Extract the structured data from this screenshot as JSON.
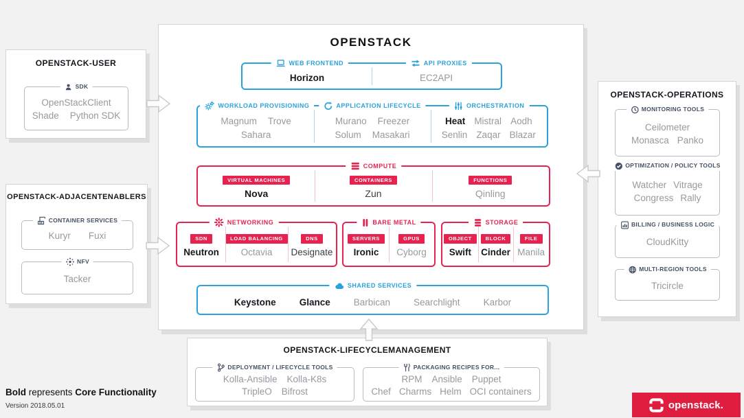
{
  "main": {
    "title": "OPENSTACK",
    "web_frontend": {
      "label": "WEB FRONTEND",
      "service": "Horizon"
    },
    "api_proxies": {
      "label": "API PROXIES",
      "service": "EC2API"
    },
    "workload_provisioning": {
      "label": "WORKLOAD PROVISIONING",
      "items": [
        "Magnum",
        "Trove",
        "Sahara"
      ]
    },
    "application_lifecycle": {
      "label": "APPLICATION LIFECYCLE",
      "items": [
        "Murano",
        "Freezer",
        "Solum",
        "Masakari"
      ]
    },
    "orchestration": {
      "label": "ORCHESTRATION",
      "items": [
        "Heat",
        "Mistral",
        "Aodh",
        "Senlin",
        "Zaqar",
        "Blazar"
      ]
    },
    "compute": {
      "label": "COMPUTE",
      "columns": [
        {
          "badge": "VIRTUAL MACHINES",
          "service": "Nova"
        },
        {
          "badge": "CONTAINERS",
          "service": "Zun"
        },
        {
          "badge": "FUNCTIONS",
          "service": "Qinling"
        }
      ]
    },
    "networking": {
      "label": "NETWORKING",
      "columns": [
        {
          "badge": "SDN",
          "service": "Neutron"
        },
        {
          "badge": "LOAD BALANCING",
          "service": "Octavia"
        },
        {
          "badge": "DNS",
          "service": "Designate"
        }
      ]
    },
    "bare_metal": {
      "label": "BARE METAL",
      "columns": [
        {
          "badge": "SERVERS",
          "service": "Ironic"
        },
        {
          "badge": "GPUS",
          "service": "Cyborg"
        }
      ]
    },
    "storage": {
      "label": "STORAGE",
      "columns": [
        {
          "badge": "OBJECT",
          "service": "Swift"
        },
        {
          "badge": "BLOCK",
          "service": "Cinder"
        },
        {
          "badge": "FILE",
          "service": "Manila"
        }
      ]
    },
    "shared_services": {
      "label": "SHARED SERVICES",
      "items": [
        "Keystone",
        "Glance",
        "Barbican",
        "Searchlight",
        "Karbor"
      ]
    }
  },
  "user_box": {
    "title": "OPENSTACK-USER",
    "sdk": {
      "label": "SDK",
      "items": [
        "OpenStackClient",
        "Shade",
        "Python SDK"
      ]
    }
  },
  "adjacent_box": {
    "title": "OPENSTACK-ADJACENTENABLERS",
    "container_services": {
      "label": "CONTAINER SERVICES",
      "items": [
        "Kuryr",
        "Fuxi"
      ]
    },
    "nfv": {
      "label": "NFV",
      "items": [
        "Tacker"
      ]
    }
  },
  "operations_box": {
    "title": "OPENSTACK-OPERATIONS",
    "monitoring": {
      "label": "MONITORING TOOLS",
      "items": [
        "Ceilometer",
        "Monasca",
        "Panko"
      ]
    },
    "optimization": {
      "label": "OPTIMIZATION / POLICY TOOLS",
      "items": [
        "Watcher",
        "Vitrage",
        "Congress",
        "Rally"
      ]
    },
    "billing": {
      "label": "BILLING / BUSINESS LOGIC",
      "items": [
        "CloudKitty"
      ]
    },
    "multi_region": {
      "label": "MULTI-REGION TOOLS",
      "items": [
        "Tricircle"
      ]
    }
  },
  "lifecycle_box": {
    "title": "OPENSTACK-LIFECYCLEMANAGEMENT",
    "deployment": {
      "label": "DEPLOYMENT / LIFECYCLE TOOLS",
      "items": [
        "Kolla-Ansible",
        "Kolla-K8s",
        "TripleO",
        "Bifrost"
      ]
    },
    "packaging": {
      "label": "PACKAGING RECIPES FOR...",
      "items": [
        "RPM",
        "Ansible",
        "Puppet",
        "Chef",
        "Charms",
        "Helm",
        "OCI containers"
      ]
    }
  },
  "footer": {
    "legend_bold": "Bold",
    "legend_mid": " represents ",
    "legend_core": "Core Functionality",
    "version": "Version 2018.05.01"
  },
  "logo": {
    "text": "openstack."
  },
  "icons": {
    "web_frontend": "laptop-icon",
    "api_proxies": "transfer-arrows-icon",
    "workload_provisioning": "gears-icon",
    "application_lifecycle": "cycle-arrows-icon",
    "orchestration": "sliders-icon",
    "compute": "stacked-bars-icon",
    "networking": "burst-icon",
    "bare_metal": "server-bars-icon",
    "storage": "disk-stack-icon",
    "shared_services": "cloud-icon",
    "sdk": "person-icon",
    "container_services": "crane-icon",
    "nfv": "hub-icon",
    "monitoring": "clock-icon",
    "optimization": "check-circle-icon",
    "billing": "bar-chart-icon",
    "multi_region": "globe-icon",
    "deployment": "git-branch-icon",
    "packaging": "utensils-icon",
    "logo": "openstack-logo-icon"
  },
  "colors": {
    "blue": "#2AA2DC",
    "red": "#E8224E",
    "navy": "#455062",
    "logo_red": "#DF1E3F",
    "core_text": "#17191F",
    "muted_text": "#97999F",
    "dark_text": "#3B3D45",
    "background": "#F2F2F2"
  }
}
